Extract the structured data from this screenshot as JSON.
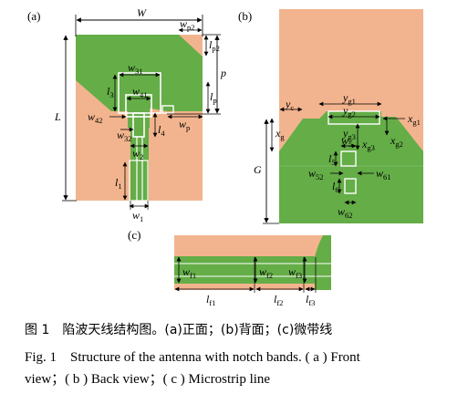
{
  "panels": {
    "a": "(a)",
    "b": "(b)",
    "c": "(c)"
  },
  "front_dims": [
    {
      "id": "W",
      "main": "W",
      "sub": ""
    },
    {
      "id": "wp2",
      "main": "w",
      "sub": "p2"
    },
    {
      "id": "lp2",
      "main": "l",
      "sub": "p2"
    },
    {
      "id": "p",
      "main": "p",
      "sub": ""
    },
    {
      "id": "w31",
      "main": "w",
      "sub": "31"
    },
    {
      "id": "l3",
      "main": "l",
      "sub": "3"
    },
    {
      "id": "w41",
      "main": "w",
      "sub": "41"
    },
    {
      "id": "lp",
      "main": "l",
      "sub": "p"
    },
    {
      "id": "w42",
      "main": "w",
      "sub": "42"
    },
    {
      "id": "l4",
      "main": "l",
      "sub": "4"
    },
    {
      "id": "wp",
      "main": "w",
      "sub": "p"
    },
    {
      "id": "w32",
      "main": "w",
      "sub": "32"
    },
    {
      "id": "L",
      "main": "L",
      "sub": ""
    },
    {
      "id": "w2",
      "main": "w",
      "sub": "2"
    },
    {
      "id": "l1",
      "main": "l",
      "sub": "1"
    },
    {
      "id": "w1",
      "main": "w",
      "sub": "1"
    }
  ],
  "back_dims": [
    {
      "id": "yg1",
      "main": "y",
      "sub": "g1"
    },
    {
      "id": "yc",
      "main": "y",
      "sub": "c"
    },
    {
      "id": "yg2",
      "main": "y",
      "sub": "g2"
    },
    {
      "id": "xg1",
      "main": "x",
      "sub": "g1"
    },
    {
      "id": "xg",
      "main": "x",
      "sub": "g"
    },
    {
      "id": "yg3",
      "main": "y",
      "sub": "g3"
    },
    {
      "id": "xg2",
      "main": "x",
      "sub": "g2"
    },
    {
      "id": "xg3",
      "main": "x",
      "sub": "g3"
    },
    {
      "id": "w5",
      "main": "w",
      "sub": "5"
    },
    {
      "id": "G",
      "main": "G",
      "sub": ""
    },
    {
      "id": "l5",
      "main": "l",
      "sub": "5"
    },
    {
      "id": "w52",
      "main": "w",
      "sub": "52"
    },
    {
      "id": "w61",
      "main": "w",
      "sub": "61"
    },
    {
      "id": "l6",
      "main": "l",
      "sub": "6"
    },
    {
      "id": "w62",
      "main": "w",
      "sub": "62"
    }
  ],
  "line_dims": [
    {
      "id": "wf1",
      "main": "w",
      "sub": "f1"
    },
    {
      "id": "wf2",
      "main": "w",
      "sub": "f2"
    },
    {
      "id": "wf3",
      "main": "w",
      "sub": "f3"
    },
    {
      "id": "lf1",
      "main": "l",
      "sub": "f1"
    },
    {
      "id": "lf2",
      "main": "l",
      "sub": "f2"
    },
    {
      "id": "lf3",
      "main": "l",
      "sub": "f3"
    }
  ],
  "caption": {
    "cn": "图 1　陷波天线结构图。(a)正面；(b)背面；(c)微带线",
    "en_label": "Fig. 1",
    "en_line1": "Structure of the antenna with notch bands. ( a ) Front",
    "en_line2": "view；( b ) Back view；( c ) Microstrip line"
  },
  "colors": {
    "substrate": "#F2B48E",
    "copper": "#64AD47",
    "line": "#000000",
    "inner": "#FFFFFF"
  }
}
